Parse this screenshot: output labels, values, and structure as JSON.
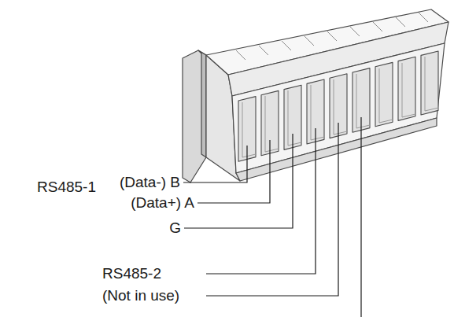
{
  "diagram": {
    "labels": [
      "RS485-1",
      "(Data-) B",
      "(Data+) A",
      "G",
      "RS485-2 (Not in use)"
    ]
  }
}
